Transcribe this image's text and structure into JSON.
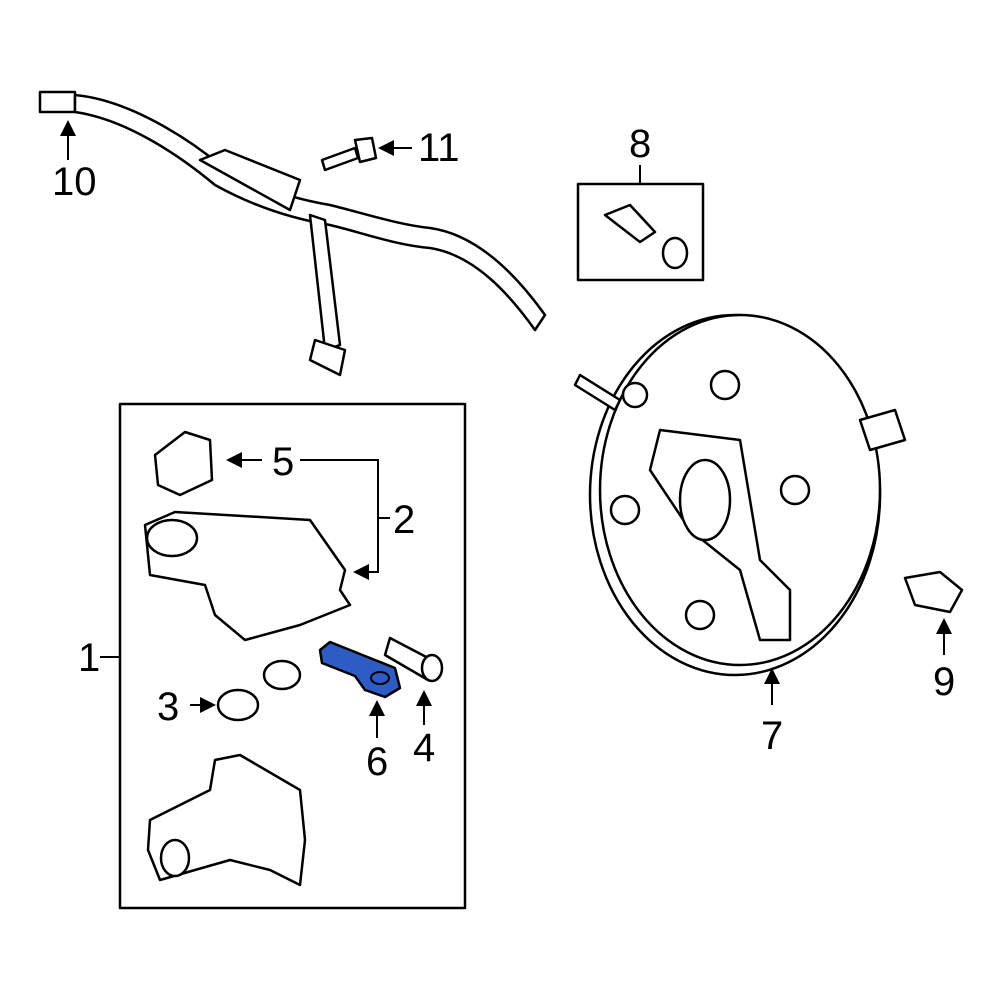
{
  "callouts": [
    "1",
    "2",
    "3",
    "4",
    "5",
    "6",
    "7",
    "8",
    "9",
    "10",
    "11"
  ],
  "highlight_part": "6",
  "colors": {
    "highlight": "#2f5bc4",
    "line": "#000000",
    "background": "#ffffff"
  }
}
